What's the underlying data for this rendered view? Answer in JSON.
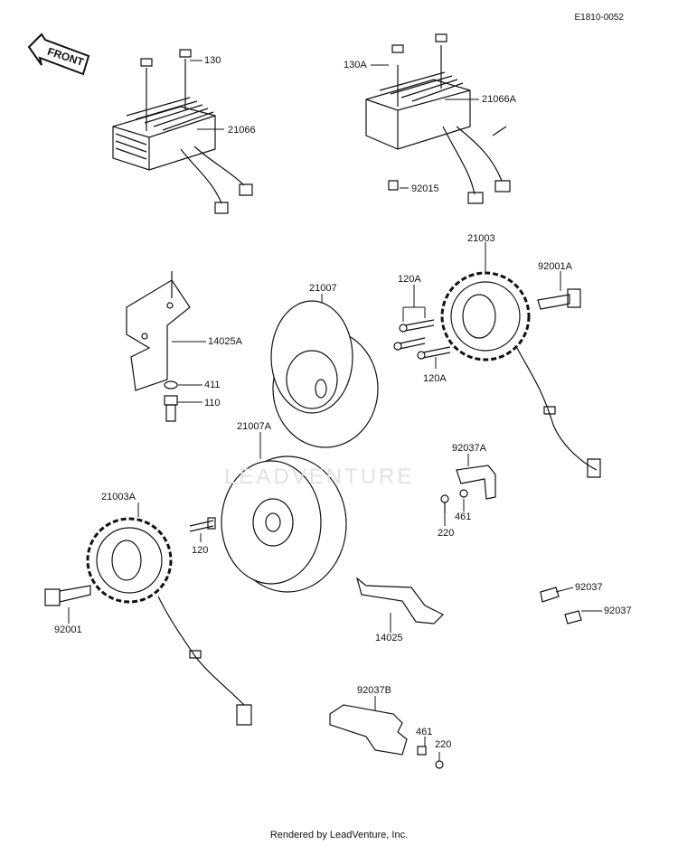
{
  "header": {
    "diagram_code": "E1810-0052",
    "front_tag": "FRONT"
  },
  "watermark": "LEADVENTURE",
  "footer": {
    "credit": "Rendered by LeadVenture, Inc."
  },
  "parts": {
    "p130": "130",
    "p21066": "21066",
    "p130A": "130A",
    "p21066A": "21066A",
    "p92015": "92015",
    "p21003": "21003",
    "p92001A": "92001A",
    "p120A_top": "120A",
    "p120A_bottom": "120A",
    "p21007": "21007",
    "p14025A": "14025A",
    "p411": "411",
    "p110": "110",
    "p21007A": "21007A",
    "p92037A": "92037A",
    "p461_top": "461",
    "p220_top": "220",
    "p21003A": "21003A",
    "p120": "120",
    "p92001": "92001",
    "p14025": "14025",
    "p92037_1": "92037",
    "p92037_2": "92037",
    "p92037B": "92037B",
    "p461_bottom": "461",
    "p220_bottom": "220"
  }
}
